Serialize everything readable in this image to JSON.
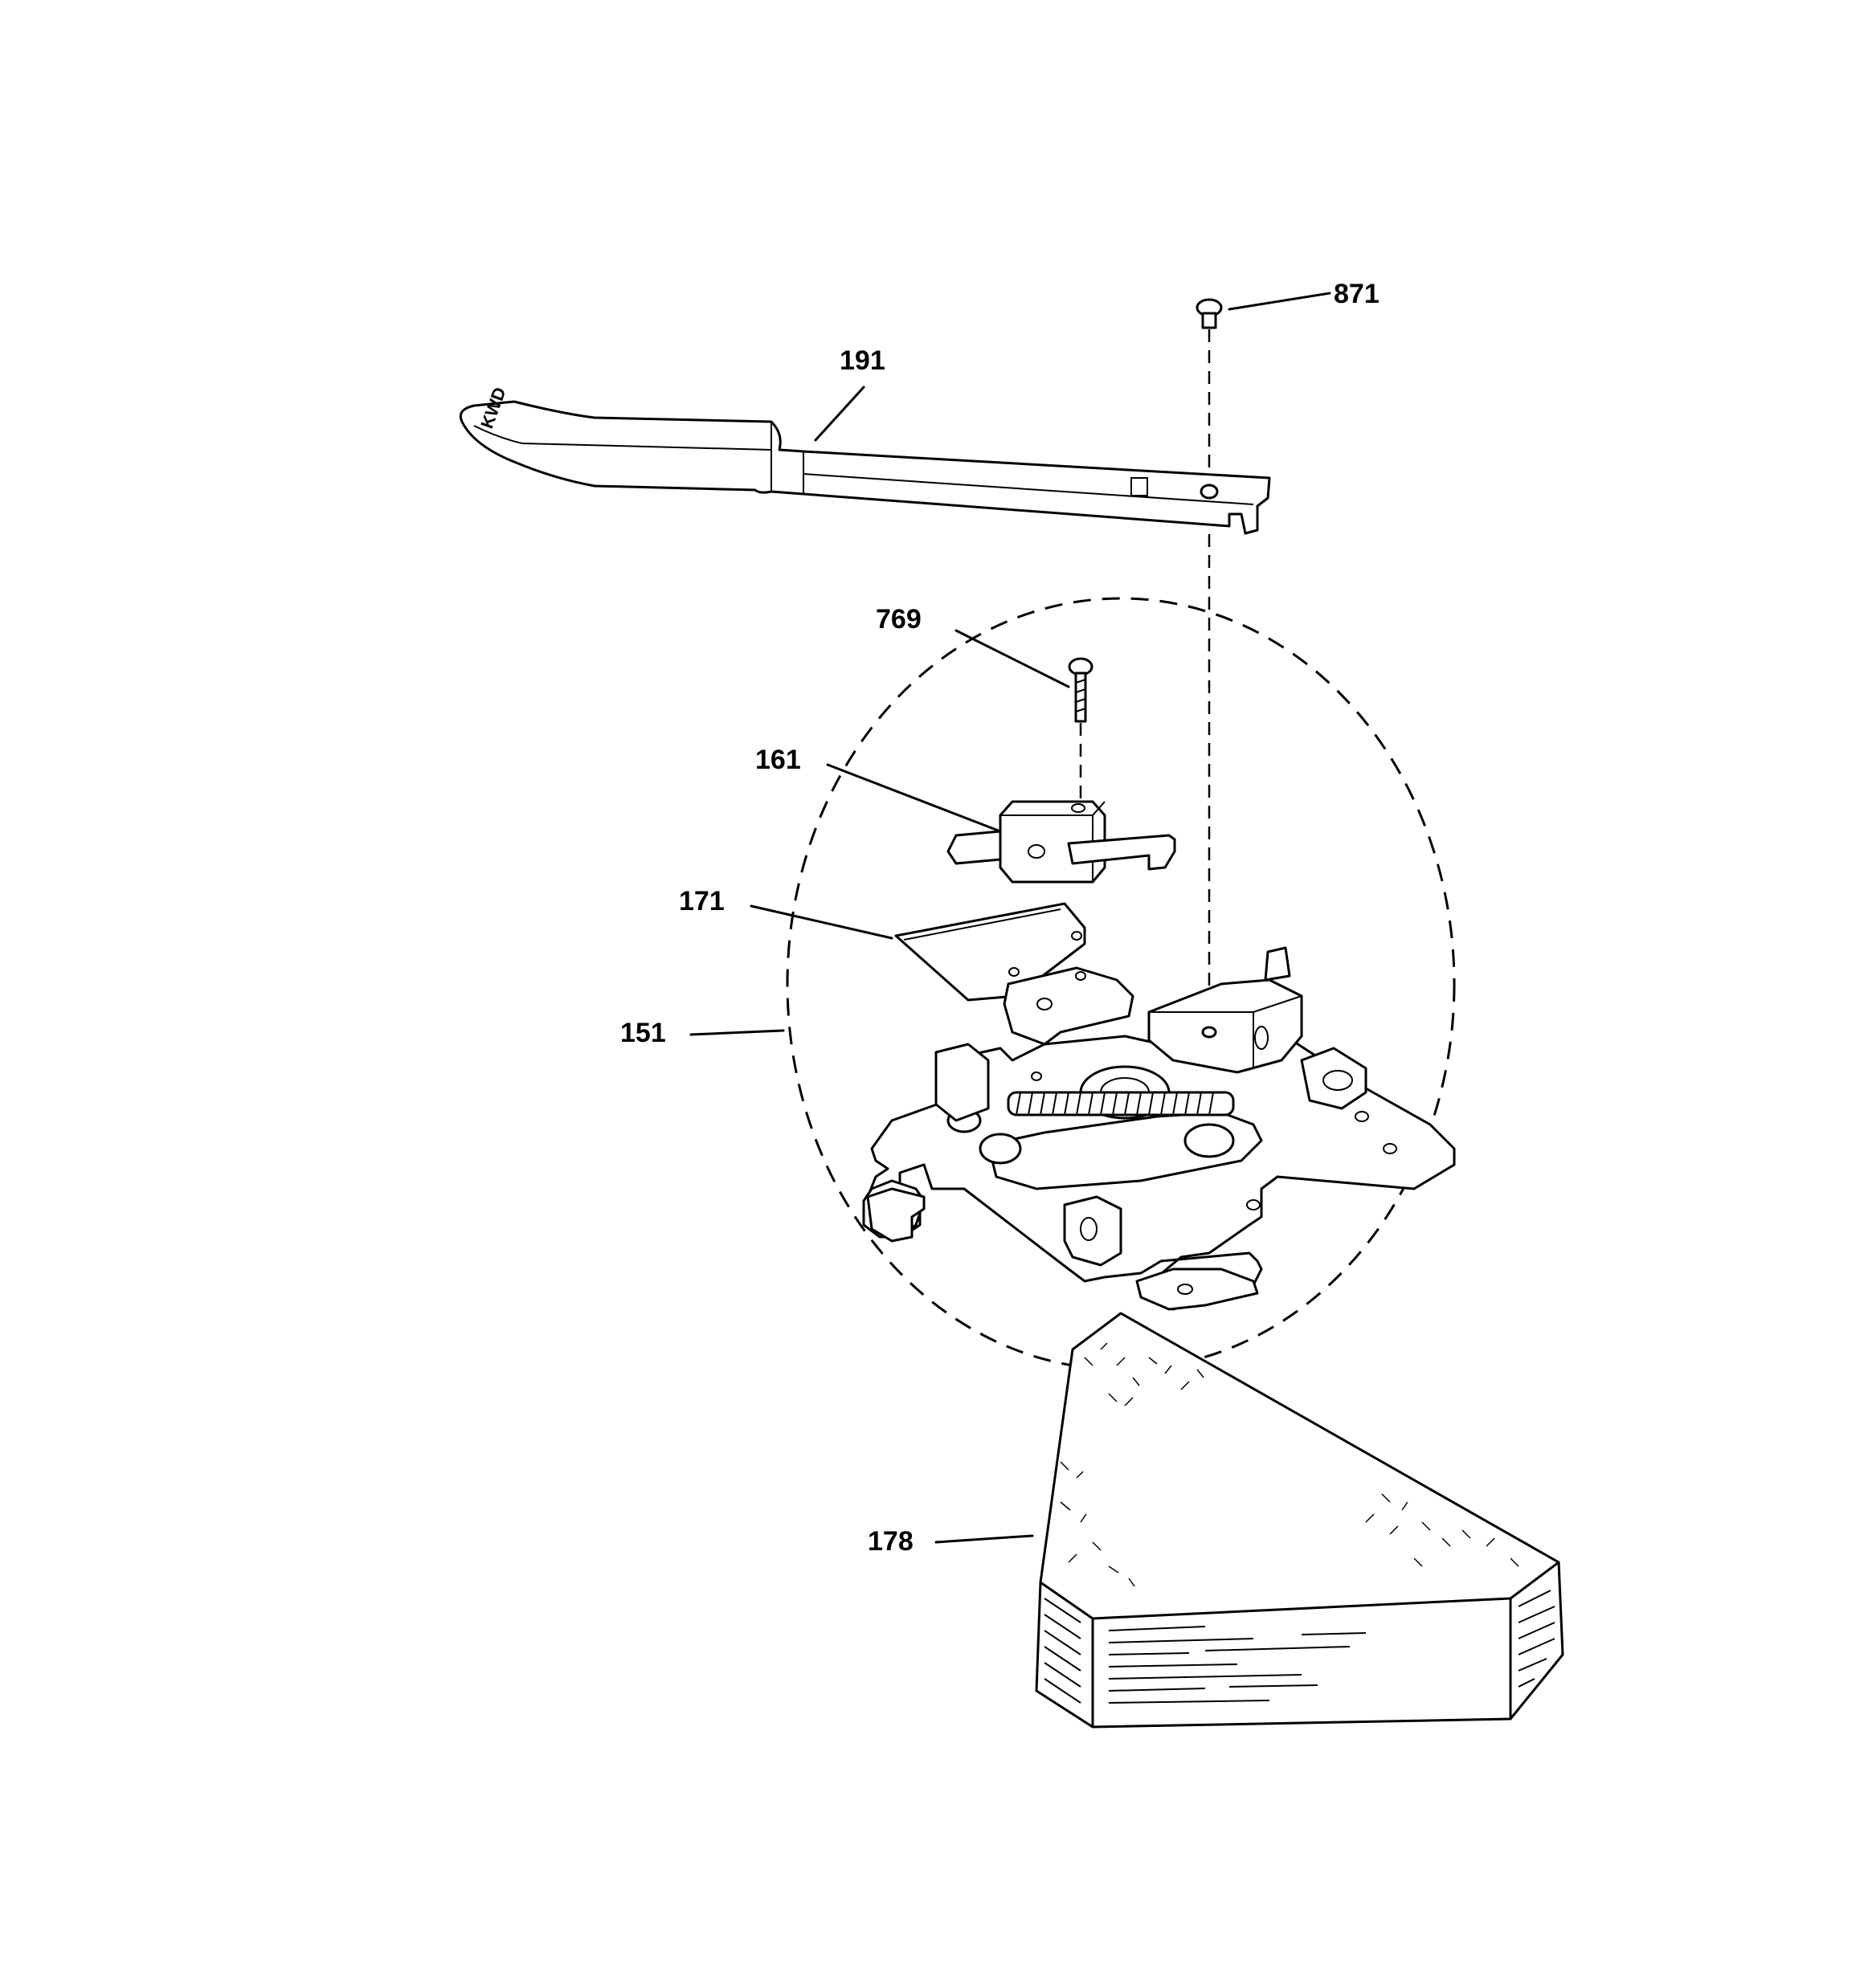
{
  "callouts": {
    "p871": "871",
    "p191": "191",
    "p769": "769",
    "p161": "161",
    "p171": "171",
    "p151": "151",
    "p178": "178"
  }
}
